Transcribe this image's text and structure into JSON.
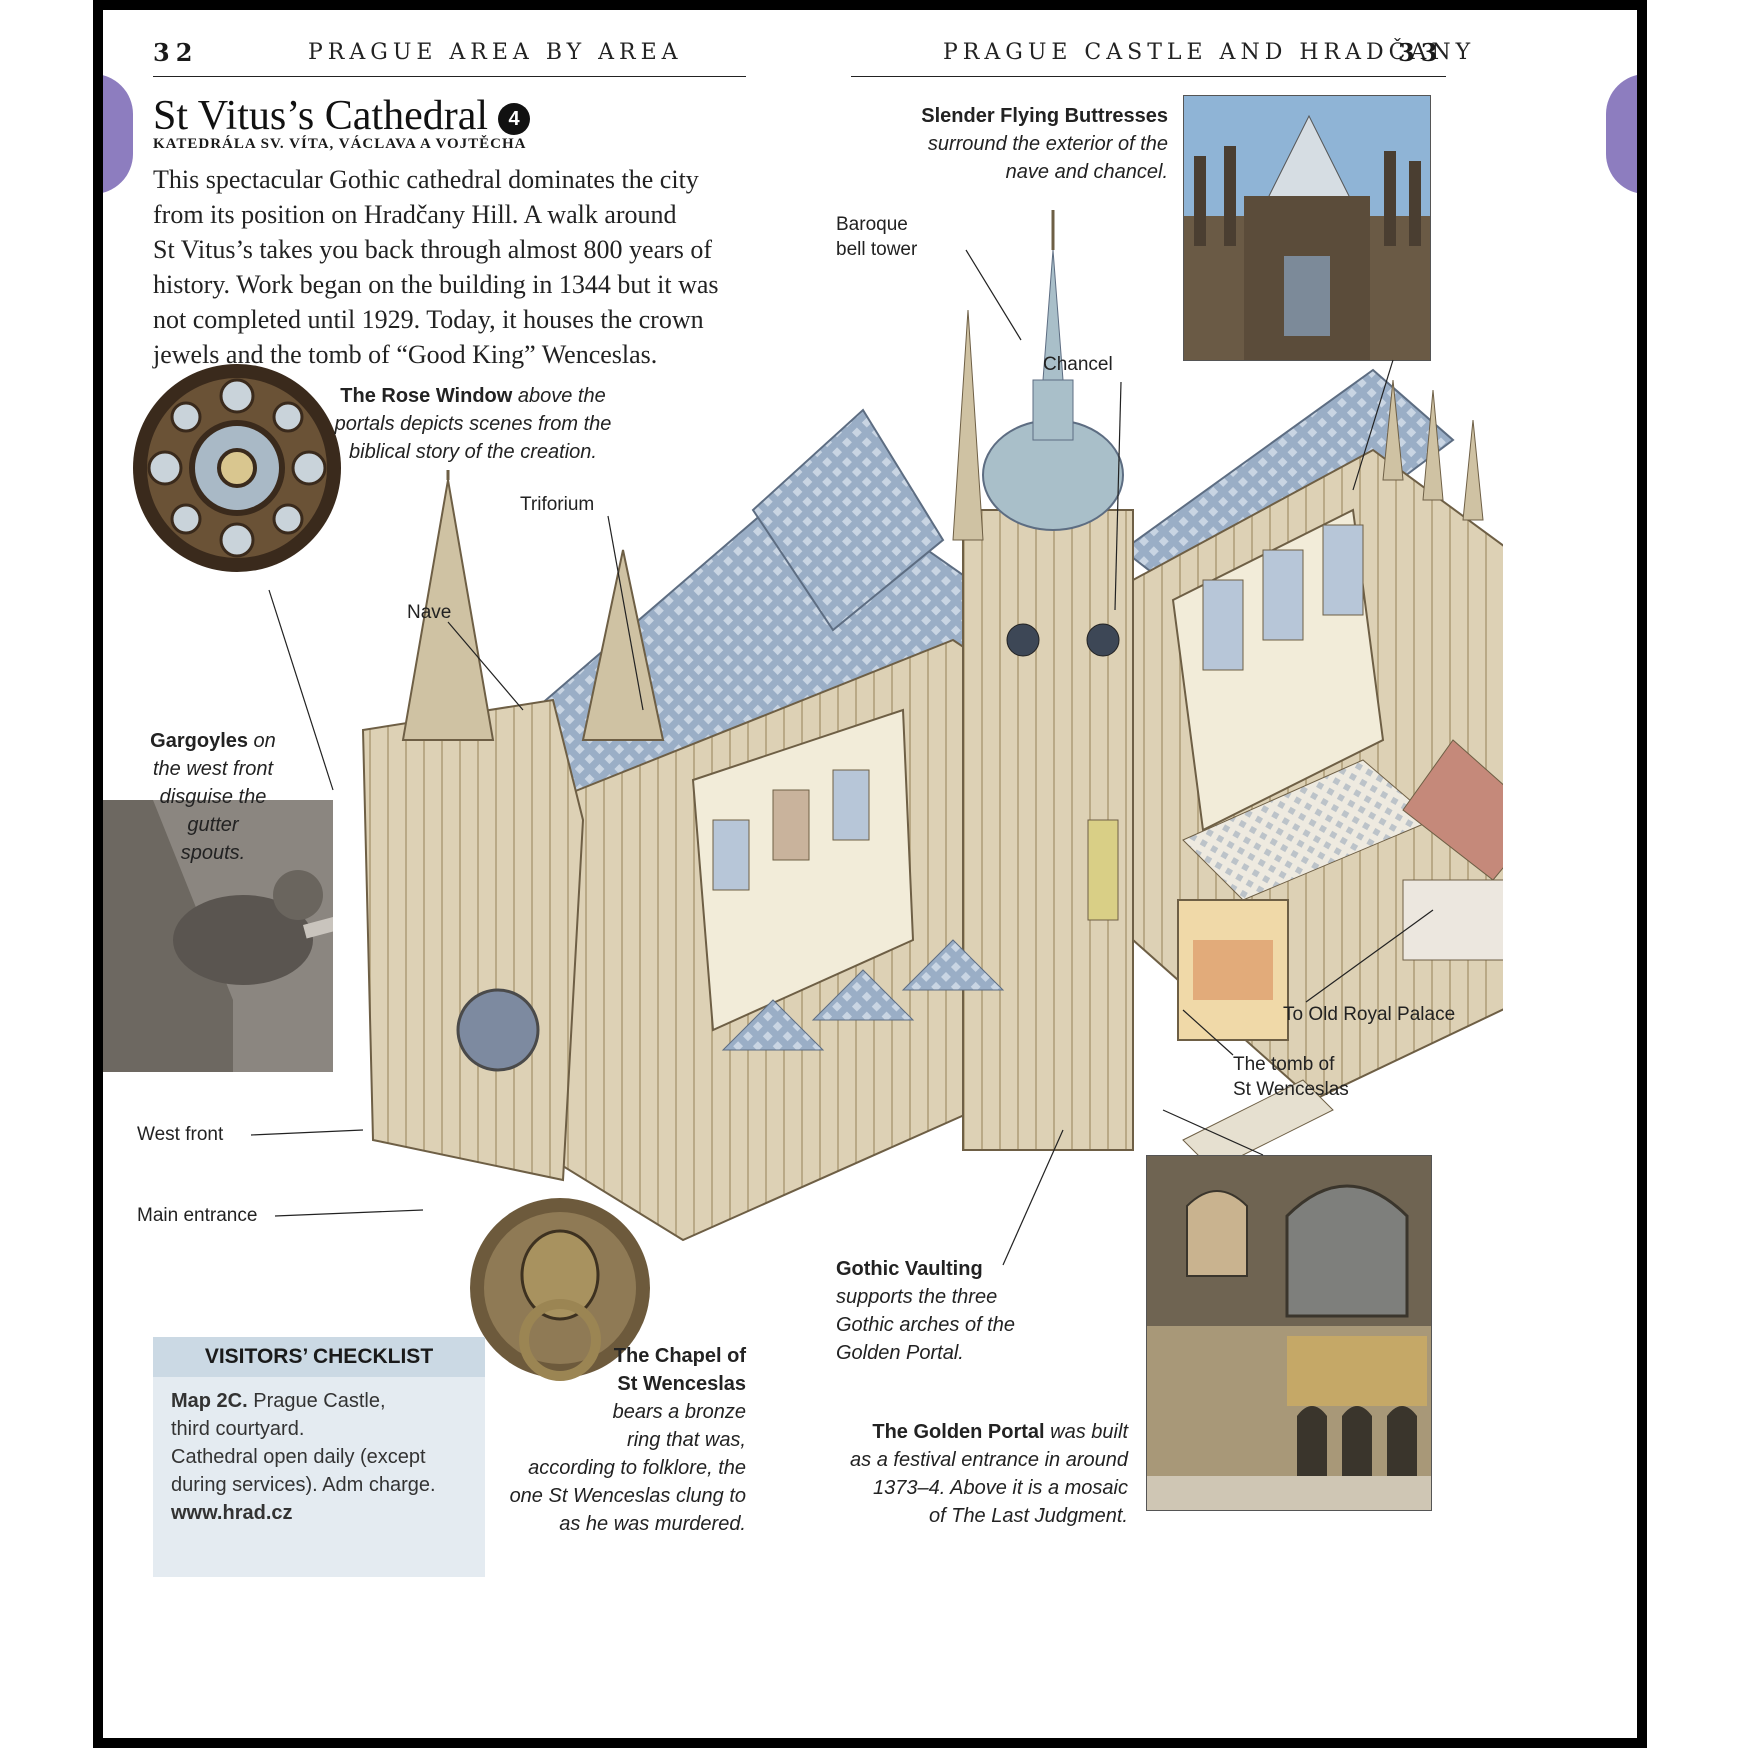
{
  "left_page": {
    "page_number": "32",
    "running_head": "PRAGUE AREA BY AREA",
    "title": "St Vitus’s Cathedral",
    "title_badge": "4",
    "subtitle": "KATEDRÁLA SV. VÍTA, VÁCLAVA A VOJTĚCHA",
    "intro_lines": [
      "This spectacular Gothic cathedral dominates the city",
      "from its position on Hradčany Hill. A walk around",
      "St Vitus’s takes you back through almost 800 years of",
      "history. Work began on the building in 1344 but it was",
      "not completed until 1929. Today, it houses the crown",
      "jewels and the tomb of “Good King” Wenceslas."
    ]
  },
  "right_page": {
    "page_number": "33",
    "running_head": "PRAGUE CASTLE AND HRADČANY"
  },
  "captions": {
    "rose_window": {
      "bold": "The Rose Window",
      "lines": [
        " above the",
        "portals depicts scenes from the",
        "biblical story of the creation."
      ]
    },
    "gargoyles": {
      "bold": "Gargoyles",
      "lines": [
        " on",
        "the west front",
        "disguise the",
        "gutter",
        "spouts."
      ]
    },
    "flying_buttresses": {
      "bold": "Slender Flying Buttresses",
      "lines": [
        "surround the exterior of the",
        "nave and chancel."
      ]
    },
    "gothic_vaulting": {
      "bold": "Gothic Vaulting",
      "lines": [
        "supports the three",
        "Gothic arches of the",
        "Golden Portal."
      ]
    },
    "chapel": {
      "bold_lines": [
        "The Chapel of",
        "St Wenceslas"
      ],
      "lines": [
        "bears a bronze",
        "ring that was,",
        "according to folklore, the",
        "one St Wenceslas clung to",
        "as he was murdered."
      ]
    },
    "golden_portal": {
      "bold": "The Golden Portal",
      "first_rest": " was built",
      "lines": [
        "as a festival entrance in around",
        "1373–4. Above it is a mosaic",
        "of The Last Judgment."
      ]
    }
  },
  "labels": {
    "baroque_bell_tower": [
      "Baroque",
      "bell tower"
    ],
    "chancel": "Chancel",
    "triforium": "Triforium",
    "nave": "Nave",
    "west_front": "West front",
    "main_entrance": "Main entrance",
    "old_royal_palace": "To Old Royal Palace",
    "tomb": [
      "The tomb of",
      "St Wenceslas"
    ]
  },
  "checklist": {
    "heading": "VISITORS’ CHECKLIST",
    "map_bold": "Map 2C.",
    "map_rest": " Prague Castle,",
    "lines": [
      "third courtyard.",
      "Cathedral open daily (except",
      "during services). Adm charge."
    ],
    "website": "www.hrad.cz"
  },
  "colors": {
    "tab": "#8d7dbf",
    "checklist_bg": "#e4ebf1",
    "checklist_head": "#cbd9e4",
    "roof": "#8fa3bd",
    "stone": "#d8ccb0"
  }
}
